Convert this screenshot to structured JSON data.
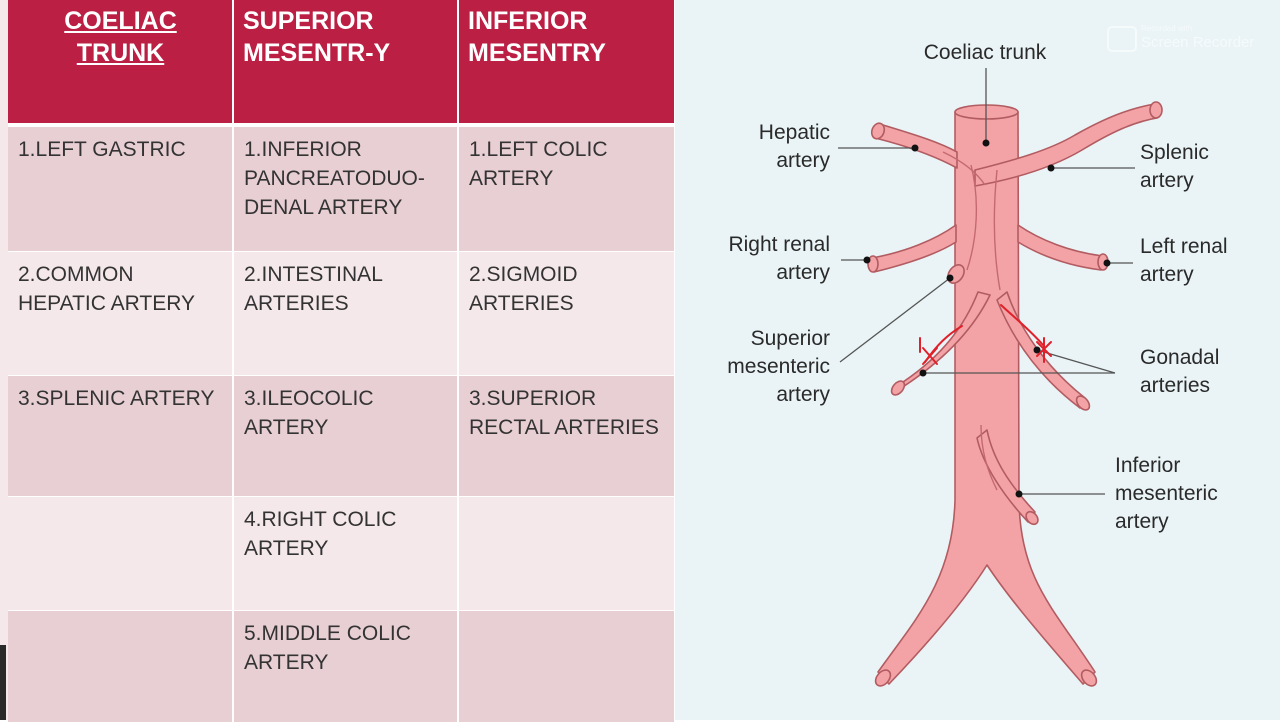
{
  "table": {
    "headers": [
      {
        "line1": "COELIAC",
        "line2": "TRUNK"
      },
      {
        "line1": "SUPERIOR",
        "line2": "MESENTR-Y"
      },
      {
        "line1": "INFERIOR",
        "line2": "MESENTRY"
      }
    ],
    "rows": [
      {
        "c1": [
          "1.LEFT GASTRIC"
        ],
        "c2": [
          "1.INFERIOR",
          "PANCREATODUO-",
          "DENAL ARTERY"
        ],
        "c3": [
          "1.LEFT COLIC",
          "ARTERY"
        ]
      },
      {
        "c1": [
          "2.COMMON",
          "HEPATIC ARTERY"
        ],
        "c2": [
          "2.INTESTINAL",
          "ARTERIES"
        ],
        "c3": [
          "2.SIGMOID",
          "ARTERIES"
        ]
      },
      {
        "c1": [
          "3.SPLENIC ARTERY"
        ],
        "c2": [
          "3.ILEOCOLIC",
          "ARTERY"
        ],
        "c3": [
          "3.SUPERIOR",
          "RECTAL ARTERIES"
        ]
      },
      {
        "c1": [],
        "c2": [
          "4.RIGHT COLIC",
          "ARTERY"
        ],
        "c3": []
      },
      {
        "c1": [],
        "c2": [
          "5.MIDDLE COLIC",
          "ARTERY"
        ],
        "c3": []
      }
    ]
  },
  "diagram": {
    "labels": {
      "coeliac_trunk": "Coeliac trunk",
      "hepatic_artery": [
        "Hepatic",
        "artery"
      ],
      "splenic_artery": [
        "Splenic",
        "artery"
      ],
      "right_renal_artery": [
        "Right renal",
        "artery"
      ],
      "left_renal_artery": [
        "Left renal",
        "artery"
      ],
      "superior_mesenteric_artery": [
        "Superior",
        "mesenteric",
        "artery"
      ],
      "gonadal_arteries": [
        "Gonadal",
        "arteries"
      ],
      "inferior_mesenteric_artery": [
        "Inferior",
        "mesenteric",
        "artery"
      ]
    },
    "colors": {
      "artery_fill": "#f3a3a6",
      "artery_stroke": "#b25c62",
      "annotation": "#e0202a"
    }
  },
  "watermark": {
    "small": "Recorded with",
    "large": "Screen Recorder"
  },
  "colors": {
    "header_bg": "#bb1f43",
    "row_dark": "#e8cfd4",
    "row_light": "#f4e8ea",
    "diagram_bg": "#eaf4f6"
  }
}
